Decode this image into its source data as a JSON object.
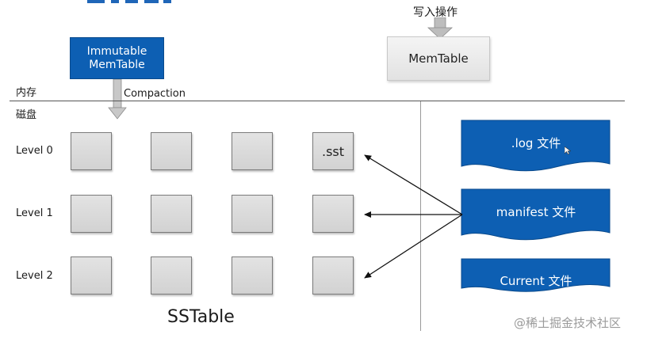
{
  "top": {
    "write_op_label": "写入操作"
  },
  "memory": {
    "label": "内存",
    "memtable_label": "MemTable",
    "immutable_line1": "Immutable",
    "immutable_line2": "MemTable",
    "compaction_label": "Compaction"
  },
  "disk": {
    "label": "磁盘",
    "levels": [
      {
        "label": "Level 0",
        "last_block_text": ".sst"
      },
      {
        "label": "Level 1",
        "last_block_text": ""
      },
      {
        "label": "Level 2",
        "last_block_text": ""
      }
    ],
    "sstable_label": "SSTable"
  },
  "files": [
    {
      "label": ".log 文件"
    },
    {
      "label": "manifest 文件"
    },
    {
      "label": "Current 文件"
    }
  ],
  "watermark": "@稀土掘金技术社区",
  "colors": {
    "accent_blue": "#0d5fb3",
    "block_gray": "#d8d8d8"
  }
}
